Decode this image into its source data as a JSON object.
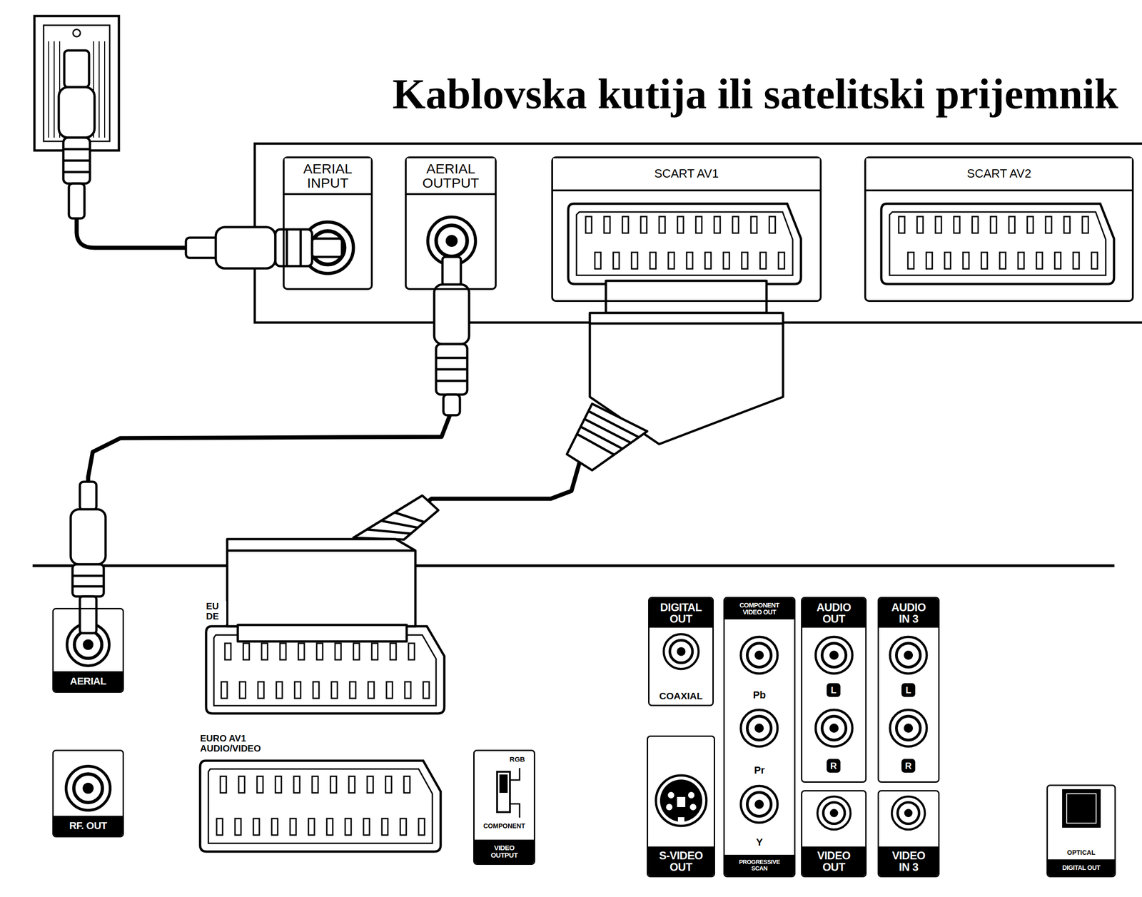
{
  "diagram": {
    "title": "Kablovska kutija ili satelitski prijemnik",
    "nodes": [
      {
        "text": [
          "AERIAL INPUT"
        ]
      },
      {
        "text": [
          "AERIAL OUTPUT"
        ]
      },
      {
        "text": [
          "SCART AV1"
        ]
      },
      {
        "text": [
          "SCART AV2"
        ]
      },
      {
        "text": [
          "AERIAL"
        ]
      },
      {
        "text": [
          "EU DE"
        ]
      },
      {
        "text": [
          "EURO AV1 AUDIO/VIDEO"
        ]
      },
      {
        "text": [
          "RF. OUT"
        ]
      },
      {
        "text": [
          "RGB",
          "COMPONENT",
          "VIDEO OUTPUT"
        ]
      },
      {
        "text": [
          "DIGITAL OUT",
          "COAXIAL"
        ]
      },
      {
        "text": [
          "COMPONENT VIDEO OUT",
          "Pb",
          "Pr",
          "Y",
          "PROGRESSIVE SCAN"
        ]
      },
      {
        "text": [
          "AUDIO OUT",
          "L",
          "R"
        ]
      },
      {
        "text": [
          "AUDIO IN 3",
          "L",
          "R"
        ]
      },
      {
        "text": [
          "S-VIDEO OUT"
        ]
      },
      {
        "text": [
          "VIDEO OUT"
        ]
      },
      {
        "text": [
          "VIDEO IN 3"
        ]
      },
      {
        "text": [
          "OPTICAL",
          "DIGITAL OUT"
        ]
      }
    ],
    "edges": [
      {
        "from": 1,
        "to": 4,
        "arrow": "none"
      },
      {
        "from": 2,
        "to": 5,
        "arrow": "none"
      }
    ]
  }
}
